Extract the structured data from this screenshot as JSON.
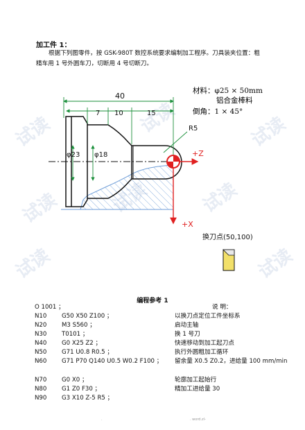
{
  "heading": "加工件 1：",
  "intro_line1": "根据下列图零件，按 GSK-980T 数控系统要求编制加工程序。刀具装夹位置：粗",
  "intro_line2": "精车用 1 号外圆车刀，切断用 4 号切断刀。",
  "drawing": {
    "material_line1": "材料：φ25 × 50mm",
    "material_line2": "铝合金棒料",
    "chamfer": "倒角：1 × 45°",
    "dim_total": "40",
    "dim_7": "7",
    "dim_10": "10",
    "dim_15": "15",
    "dim_radius": "R5",
    "dia_large": "φ23",
    "dia_small": "φ18",
    "axis_z": "+Z",
    "axis_x": "+X",
    "tool_change_point": "换刀点(50,100)"
  },
  "program_title": "编程参考 1",
  "program": [
    {
      "n": "O 1001 ；",
      "code": "",
      "desc": "说 明："
    },
    {
      "n": "N10",
      "code": "G50 X50 Z100 ；",
      "desc": "以换刀点定位工件坐标系"
    },
    {
      "n": "N20",
      "code": "M3  S560 ；",
      "desc": "启动主轴"
    },
    {
      "n": "N30",
      "code": "T0101 ；",
      "desc": "换 1 号刀"
    },
    {
      "n": "N40",
      "code": "G0 X25 Z2 ；",
      "desc": "快速移动到加工起刀点"
    },
    {
      "n": "N50",
      "code": "G71 U0.8 R0.5 ；",
      "desc": "执行外圆粗加工循环"
    },
    {
      "n": "N60",
      "code": "G71 P70 Q140 U0.5 W0.2 F100 ；",
      "desc": "留余量 X0.5 Z0.2，进给量 100 mm/min"
    },
    {
      "n": "N70",
      "code": "G0 X0 ；",
      "desc": "轮廓加工起始行"
    },
    {
      "n": "N80",
      "code": "G1 Z0 F30 ；",
      "desc": "精加工进给量 30"
    },
    {
      "n": "N90",
      "code": "G3 X10 Z-5 R5 ；",
      "desc": ""
    }
  ],
  "footer_mid": ".",
  "footer_right": ". word.zl-",
  "watermark": "试读",
  "colors": {
    "red": "#e02020",
    "blue": "#2b55c8",
    "hatch": "#6f9ed8",
    "dim": "#1a8f3a"
  }
}
